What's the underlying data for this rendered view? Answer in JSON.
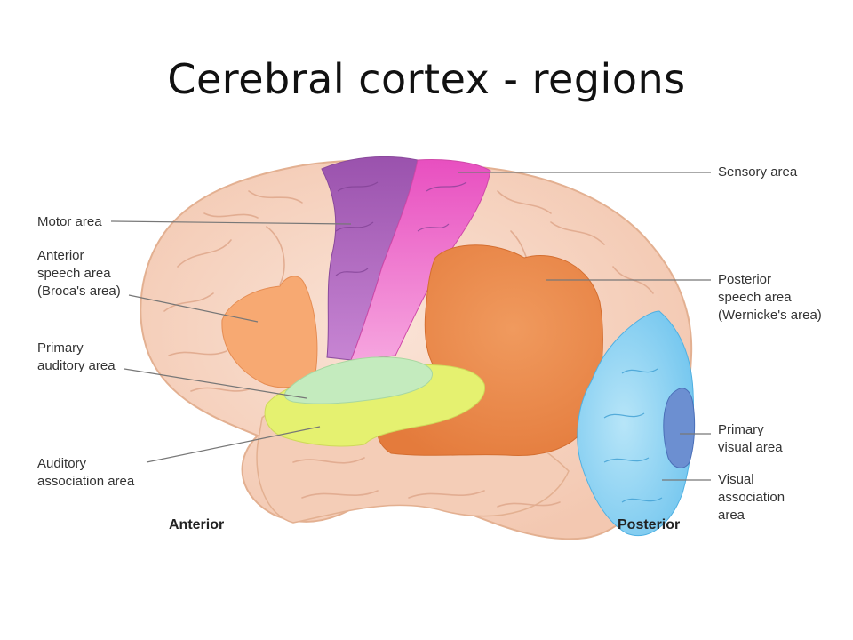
{
  "title": "Cerebral cortex - regions",
  "labels": {
    "motor": "Motor area",
    "broca": [
      "Anterior",
      "speech area",
      "(Broca's area)"
    ],
    "auditory": [
      "Primary",
      "auditory area"
    ],
    "auditory_assoc": [
      "Auditory",
      "association area"
    ],
    "sensory": "Sensory area",
    "wernicke": [
      "Posterior",
      "speech area",
      "(Wernicke's area)"
    ],
    "primary_visual": [
      "Primary",
      "visual area"
    ],
    "visual_assoc": [
      "Visual",
      "association",
      "area"
    ],
    "anterior": "Anterior",
    "posterior": "Posterior"
  },
  "colors": {
    "brain": "#f6d3c0",
    "brain_outline": "#e7b79d",
    "motor": "#a662b4",
    "sensory": "#ee62c6",
    "broca": "#f7a56c",
    "wernicke": "#ec8a4c",
    "auditory": "#bfe8b8",
    "auditory_assoc": "#e4f26a",
    "visual_assoc": "#8fd4f2",
    "primary_visual": "#6a8fd0"
  }
}
